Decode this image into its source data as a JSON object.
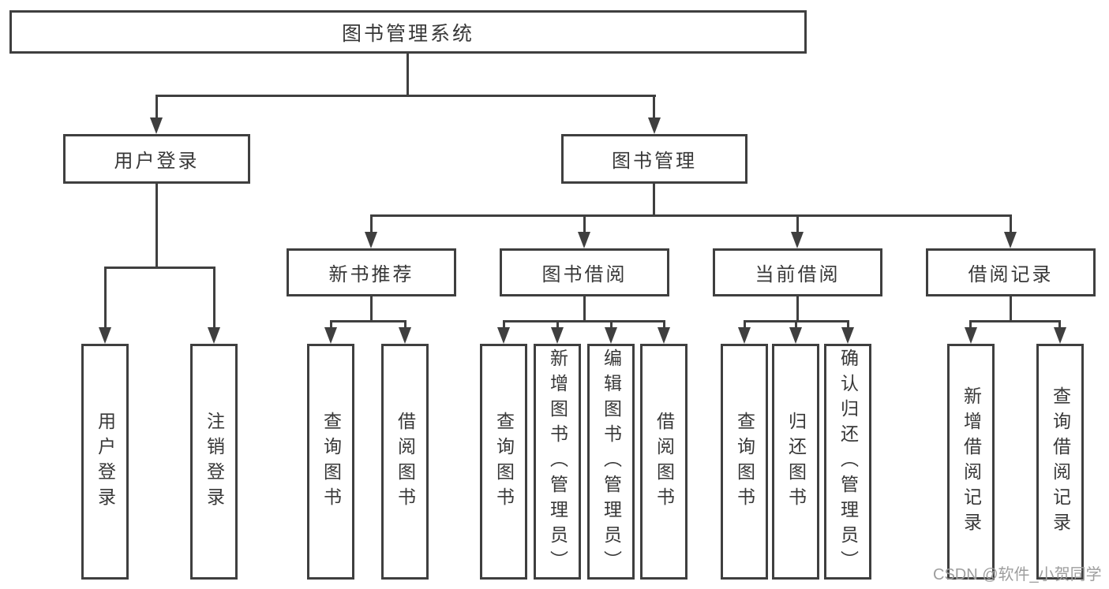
{
  "diagram": {
    "title": "图书管理系统",
    "watermark": "CSDN @软件_小贺同学",
    "colors": {
      "line": "#3f3f3f",
      "text": "#383838",
      "watermark": "#9e9e9e",
      "background": "#ffffff"
    },
    "level2": [
      {
        "label": "用户登录",
        "parent": "图书管理系统"
      },
      {
        "label": "图书管理",
        "parent": "图书管理系统"
      }
    ],
    "level3": [
      {
        "label": "新书推荐",
        "parent": "图书管理"
      },
      {
        "label": "图书借阅",
        "parent": "图书管理"
      },
      {
        "label": "当前借阅",
        "parent": "图书管理"
      },
      {
        "label": "借阅记录",
        "parent": "图书管理"
      }
    ],
    "leaves": [
      {
        "label": "用户登录",
        "parent": "用户登录"
      },
      {
        "label": "注销登录",
        "parent": "用户登录"
      },
      {
        "label": "查询图书",
        "parent": "新书推荐"
      },
      {
        "label": "借阅图书",
        "parent": "新书推荐"
      },
      {
        "label": "查询图书",
        "parent": "图书借阅"
      },
      {
        "label": "新增图书（管理员）",
        "parent": "图书借阅"
      },
      {
        "label": "编辑图书（管理员）",
        "parent": "图书借阅"
      },
      {
        "label": "借阅图书",
        "parent": "图书借阅"
      },
      {
        "label": "查询图书",
        "parent": "当前借阅"
      },
      {
        "label": "归还图书",
        "parent": "当前借阅"
      },
      {
        "label": "确认归还（管理员）",
        "parent": "当前借阅"
      },
      {
        "label": "新增借阅记录",
        "parent": "借阅记录"
      },
      {
        "label": "查询借阅记录",
        "parent": "借阅记录"
      }
    ]
  }
}
